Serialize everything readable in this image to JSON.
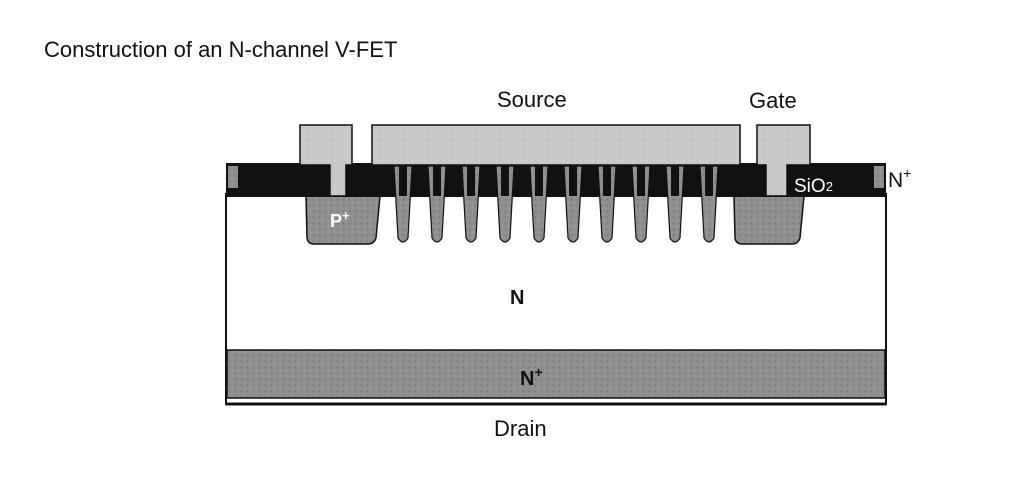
{
  "title": "Construction of an N-channel V-FET",
  "labels": {
    "source": "Source",
    "gate": "Gate",
    "sio2": "SiO",
    "sio2_sub": "2",
    "n_plus_side": "N",
    "n_plus_side_sup": "+",
    "p_plus": "P",
    "p_plus_sup": "+",
    "n_region": "N",
    "n_plus_bottom": "N",
    "n_plus_bottom_sup": "+",
    "drain": "Drain"
  },
  "groove_count": 10,
  "colors": {
    "oxide": "#111111",
    "metal": "#c9c9c9",
    "p_plus": "#8a8a8a",
    "n_plus_layer": "#8f8f8f",
    "substrate": "#ffffff"
  }
}
